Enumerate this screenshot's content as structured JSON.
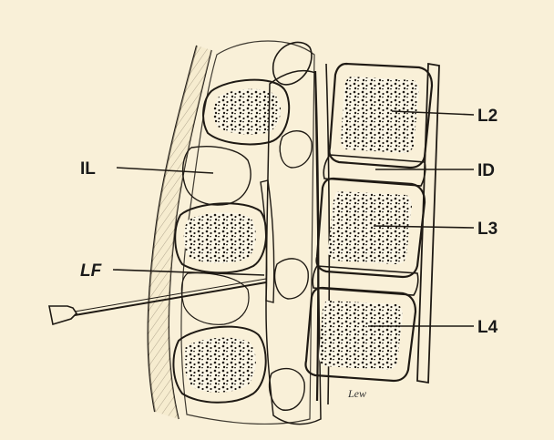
{
  "colors": {
    "paper": "#f9f0d8",
    "ink": "#1f1a14",
    "bone": "#fbf6e6"
  },
  "diagram": {
    "labels": {
      "il": "IL",
      "lf": "LF",
      "l2": "L2",
      "id": "ID",
      "l3": "L3",
      "l4": "L4"
    },
    "signature": "Lew"
  }
}
